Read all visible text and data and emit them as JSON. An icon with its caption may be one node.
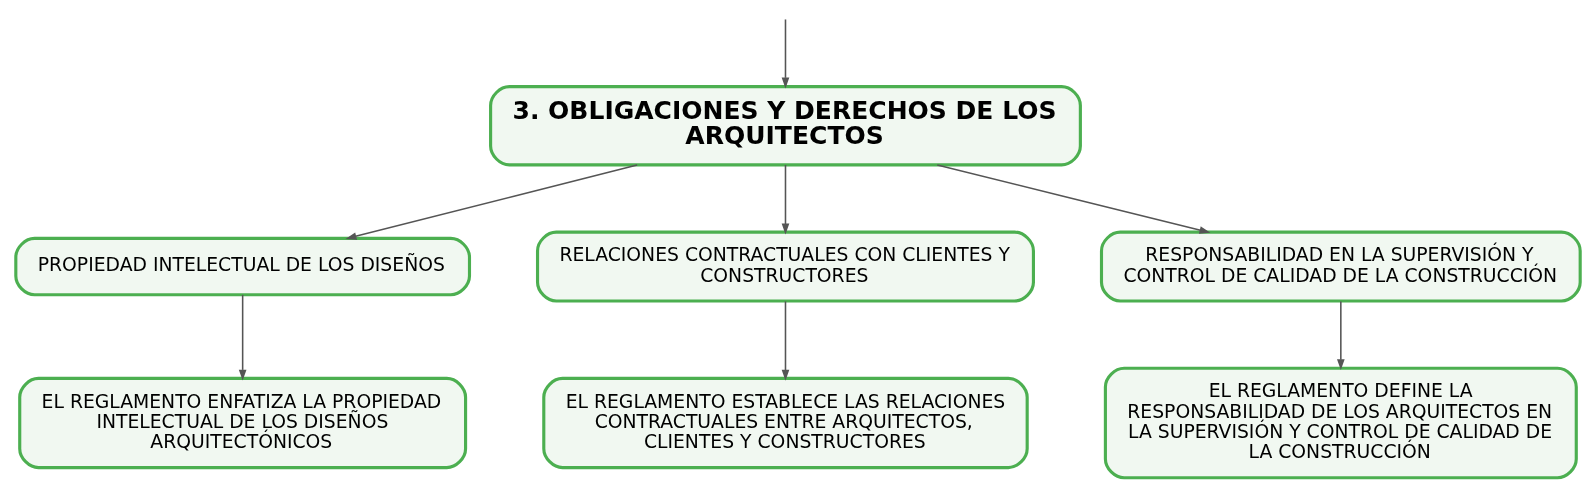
{
  "diagram": {
    "nodes": [
      {
        "text": [
          "3. OBLIGACIONES Y DERECHOS DE LOS ARQUITECTOS"
        ]
      },
      {
        "text": [
          "PROPIEDAD INTELECTUAL DE LOS DISEÑOS"
        ]
      },
      {
        "text": [
          "RELACIONES CONTRACTUALES CON CLIENTES Y CONSTRUCTORES"
        ]
      },
      {
        "text": [
          "RESPONSABILIDAD EN LA SUPERVISIÓN Y CONTROL DE CALIDAD DE LA CONSTRUCCIÓN"
        ]
      },
      {
        "text": [
          "EL REGLAMENTO ENFATIZA LA PROPIEDAD INTELECTUAL DE LOS DISEÑOS ARQUITECTÓNICOS"
        ]
      },
      {
        "text": [
          "EL REGLAMENTO ESTABLECE LAS RELACIONES CONTRACTUALES ENTRE ARQUITECTOS, CLIENTES Y CONSTRUCTORES"
        ]
      },
      {
        "text": [
          "EL REGLAMENTO DEFINE LA RESPONSABILIDAD DE LOS ARQUITECTOS EN LA SUPERVISIÓN Y CONTROL DE CALIDAD DE LA CONSTRUCCIÓN"
        ]
      }
    ],
    "edges": [
      {
        "from": null,
        "to": 0,
        "arrow": "to"
      },
      {
        "from": 0,
        "to": 1,
        "arrow": "to"
      },
      {
        "from": 0,
        "to": 2,
        "arrow": "to"
      },
      {
        "from": 0,
        "to": 3,
        "arrow": "to"
      },
      {
        "from": 1,
        "to": 4,
        "arrow": "to"
      },
      {
        "from": 2,
        "to": 5,
        "arrow": "to"
      },
      {
        "from": 3,
        "to": 6,
        "arrow": "to"
      }
    ]
  }
}
